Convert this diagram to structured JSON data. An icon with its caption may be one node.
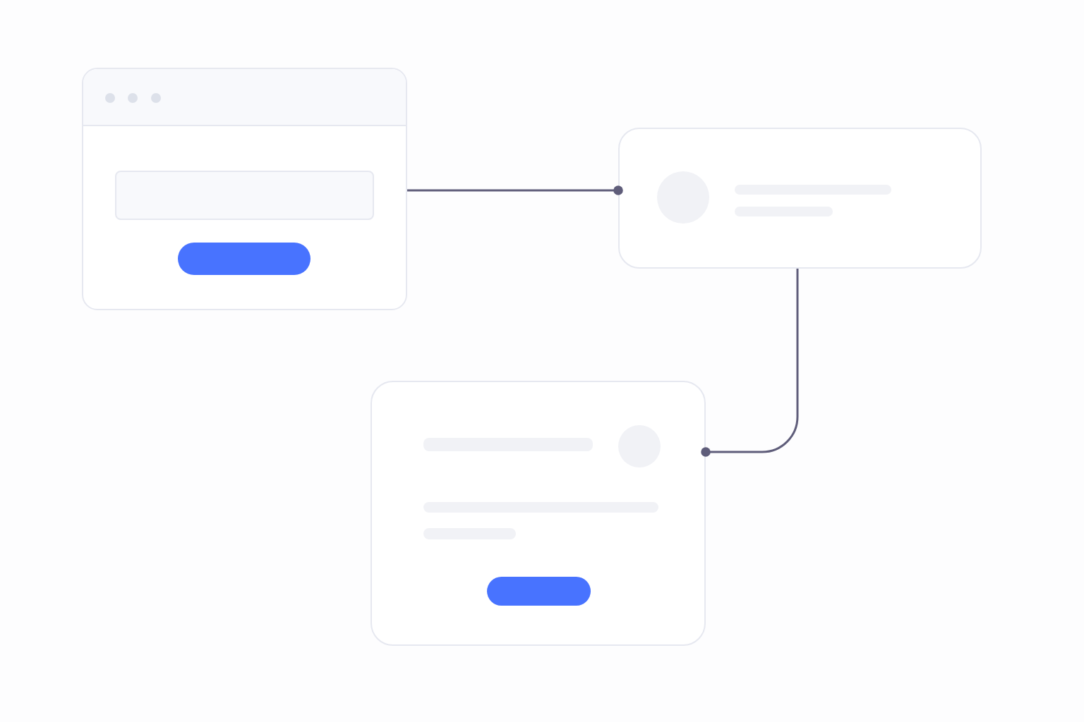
{
  "diagram": {
    "nodes": [
      {
        "text": [],
        "shape": "box"
      },
      {
        "text": [],
        "shape": "box"
      },
      {
        "text": [],
        "shape": "box"
      }
    ],
    "edges": [
      {
        "from": 0,
        "to": 1,
        "arrow": "other"
      },
      {
        "from": 1,
        "to": 2,
        "arrow": "other"
      }
    ]
  }
}
